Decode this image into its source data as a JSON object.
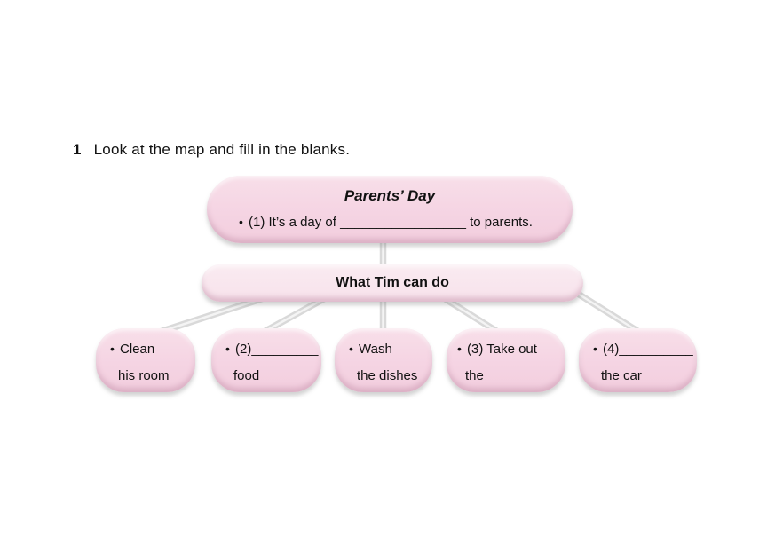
{
  "heading": {
    "number": "1",
    "text": "Look at the map and fill in the blanks."
  },
  "map": {
    "bullet": "•",
    "root": {
      "title": "Parents’ Day",
      "sentence": "(1) It’s a day of _________________ to parents."
    },
    "middle": {
      "title": "What Tim can do"
    },
    "leaves": [
      {
        "line1": "Clean",
        "line2": "his room"
      },
      {
        "line1": "(2)_________",
        "line2": "food"
      },
      {
        "line1": "Wash",
        "line2": "the dishes"
      },
      {
        "line1": "(3) Take out",
        "line2": "the _________"
      },
      {
        "line1": "(4)__________",
        "line2": "the car"
      }
    ]
  },
  "colors": {
    "node_pink": "#f5d4e3",
    "node_pink_light": "#f8e7ee",
    "node_shadow_pink": "#c18ca7",
    "connector_gray": "#d9d9d9",
    "text": "#111111",
    "background": "#ffffff"
  }
}
